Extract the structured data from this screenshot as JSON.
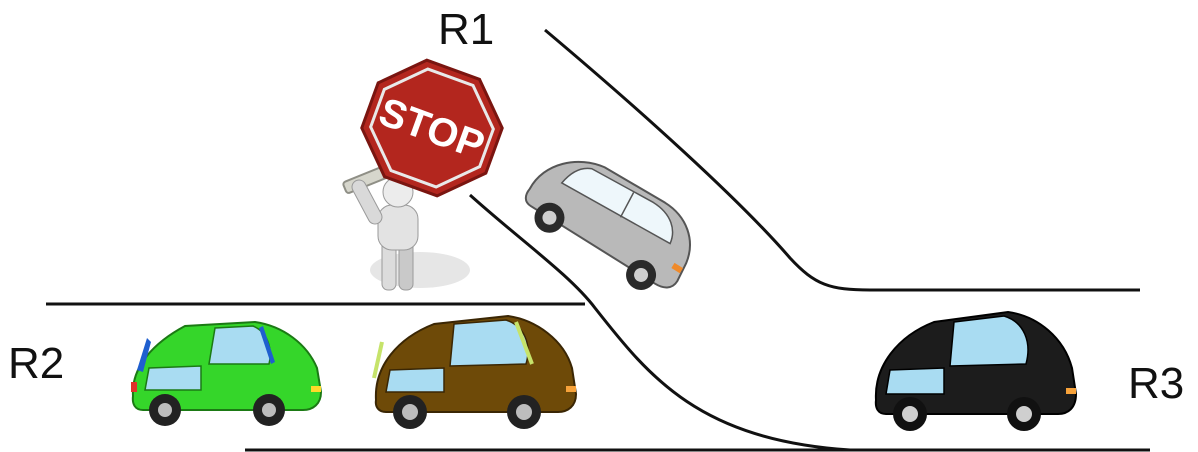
{
  "labels": {
    "r1": "R1",
    "r2": "R2",
    "r3": "R3",
    "stop_sign": "STOP"
  },
  "colors": {
    "background": "#ffffff",
    "road_line": "#111111",
    "stop_sign": "#b3261e",
    "green_car": "#35d62a",
    "brown_car": "#6e4a08",
    "gray_car": "#b9b9b9",
    "black_car": "#1c1c1c",
    "window": "#a9dcf2"
  },
  "icons": [
    "stop-sign-icon",
    "traffic-controller-figure-icon",
    "car-icon"
  ]
}
